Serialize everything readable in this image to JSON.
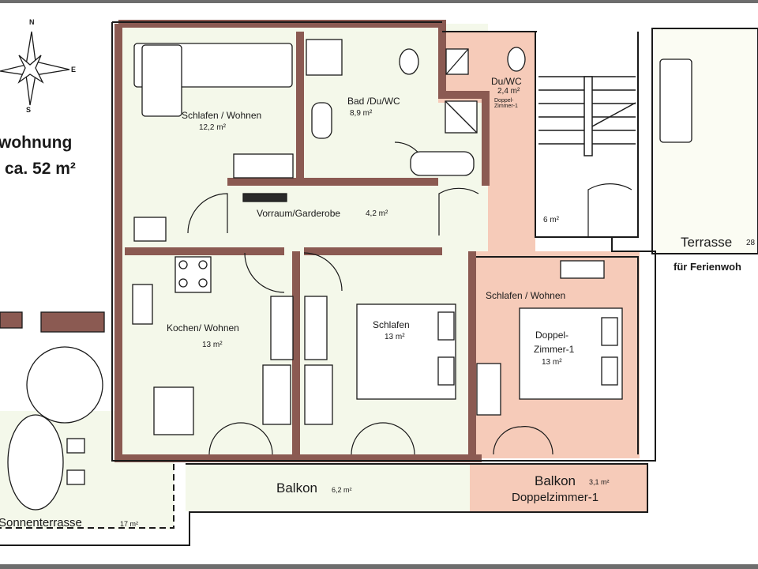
{
  "title": {
    "line1": "wohnung",
    "line2": "ca. 52 m²"
  },
  "compass": {
    "n": "N",
    "e": "E",
    "s": "S"
  },
  "colors": {
    "wall": "#8b5a52",
    "apartment_fill": "#f4f8ea",
    "double_room_fill": "#f6cbb9",
    "line": "#1a1a1a"
  },
  "rooms": [
    {
      "name": "Schlafen / Wohnen",
      "area": "12,2 m²"
    },
    {
      "name": "Bad /Du/WC",
      "area": "8,9 m²"
    },
    {
      "name": "Du/WC",
      "area": "2,4 m²",
      "note": "Doppel-Zimmer-1"
    },
    {
      "name": "Vorraum/Garderobe",
      "area": "4,2 m²"
    },
    {
      "name": "",
      "area": "6 m²"
    },
    {
      "name": "Kochen/ Wohnen",
      "area": "13 m²"
    },
    {
      "name": "Schlafen",
      "area": "13 m²"
    },
    {
      "name": "Schlafen / Wohnen",
      "area": ""
    },
    {
      "name": "Doppel-",
      "name2": "Zimmer-1",
      "area": "13 m²"
    }
  ],
  "outdoor": {
    "terrasse": {
      "name": "Terrasse",
      "area": "28",
      "note": "für Ferienwoh"
    },
    "balkon": {
      "name": "Balkon",
      "area": "6,2 m²"
    },
    "balkon_dz": {
      "name": "Balkon",
      "area": "3,1 m²",
      "note": "Doppelzimmer-1"
    },
    "sonnenterrasse": {
      "name": "Sonnenterrasse",
      "area": "17 m²"
    }
  }
}
